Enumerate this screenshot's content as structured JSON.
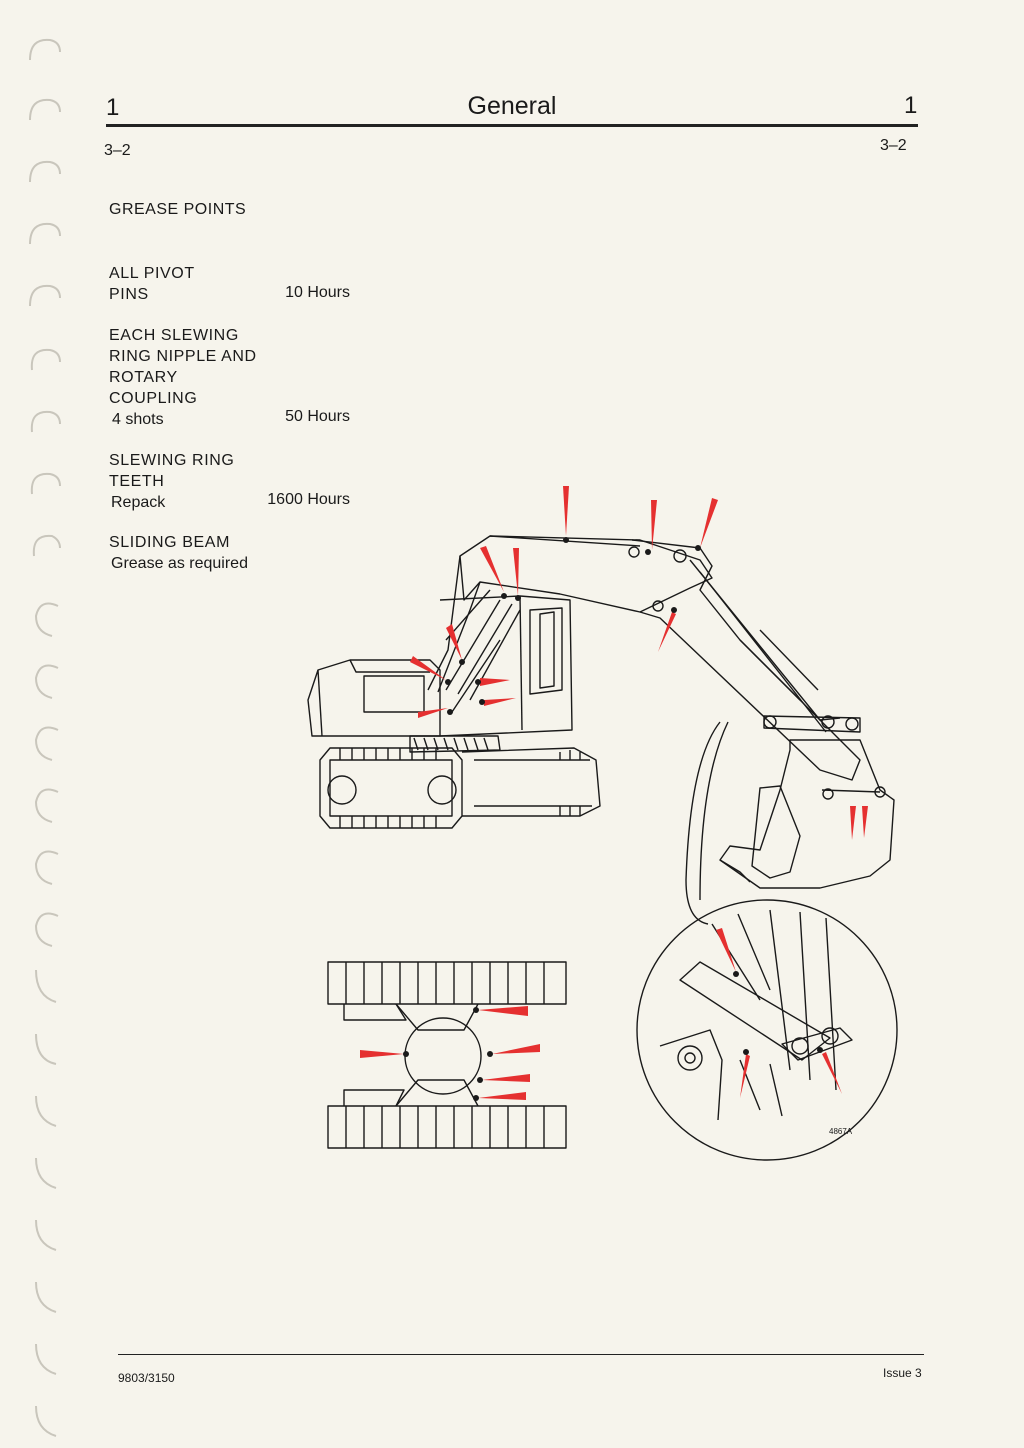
{
  "header": {
    "chapter_left": "1",
    "title": "General",
    "chapter_right": "1",
    "page_left": "3–2",
    "page_right": "3–2"
  },
  "section": {
    "title": "GREASE POINTS"
  },
  "schedule": [
    {
      "label_lines": [
        "ALL PIVOT",
        "PINS"
      ],
      "note": "",
      "interval": "10 Hours"
    },
    {
      "label_lines": [
        "EACH SLEWING",
        "RING NIPPLE AND",
        "ROTARY",
        "COUPLING"
      ],
      "note": "4 shots",
      "interval": "50 Hours"
    },
    {
      "label_lines": [
        "SLEWING RING",
        "TEETH"
      ],
      "note": "Repack",
      "interval": "1600 Hours"
    },
    {
      "label_lines": [
        "SLIDING BEAM"
      ],
      "note": "Grease as required",
      "interval": ""
    }
  ],
  "figure": {
    "reference": "4867A",
    "marker_color": "#e53030",
    "line_color": "#1a1a1a"
  },
  "footer": {
    "doc_number": "9803/3150",
    "issue": "Issue 3"
  }
}
